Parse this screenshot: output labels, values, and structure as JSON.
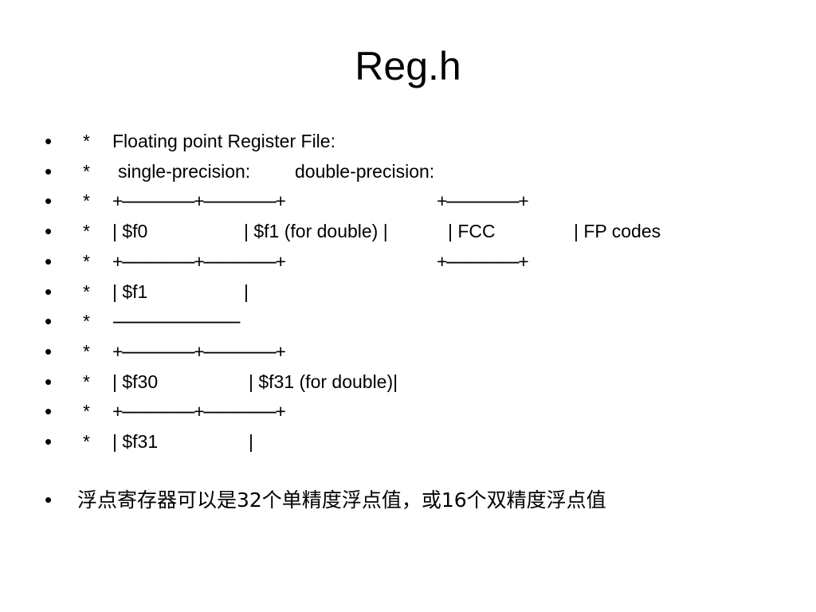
{
  "title": "Reg.h",
  "bullet_glyph": "•",
  "star": "*",
  "lines": [
    {
      "segments": [
        "Floating point Register File:"
      ]
    },
    {
      "segments": [
        "single-precision:",
        "double-precision:"
      ]
    },
    {
      "segments": [
        "+-----------------+-----------------+",
        "+-----------------+"
      ]
    },
    {
      "segments": [
        "| $f0",
        "| $f1 (for double) |",
        "| FCC",
        "| FP codes"
      ]
    },
    {
      "segments": [
        "+-----------------+-----------------+",
        "+-----------------+"
      ]
    },
    {
      "segments": [
        "| $f1",
        "|"
      ]
    },
    {
      "segments": [
        "--------------------------------"
      ]
    },
    {
      "segments": [
        "+-----------------+-----------------+"
      ]
    },
    {
      "segments": [
        "| $f30",
        "| $f31 (for double)|"
      ]
    },
    {
      "segments": [
        "+-----------------+-----------------+"
      ]
    },
    {
      "segments": [
        "| $f31",
        "|"
      ]
    }
  ],
  "note": "浮点寄存器可以是32个单精度浮点值，或16个双精度浮点值"
}
